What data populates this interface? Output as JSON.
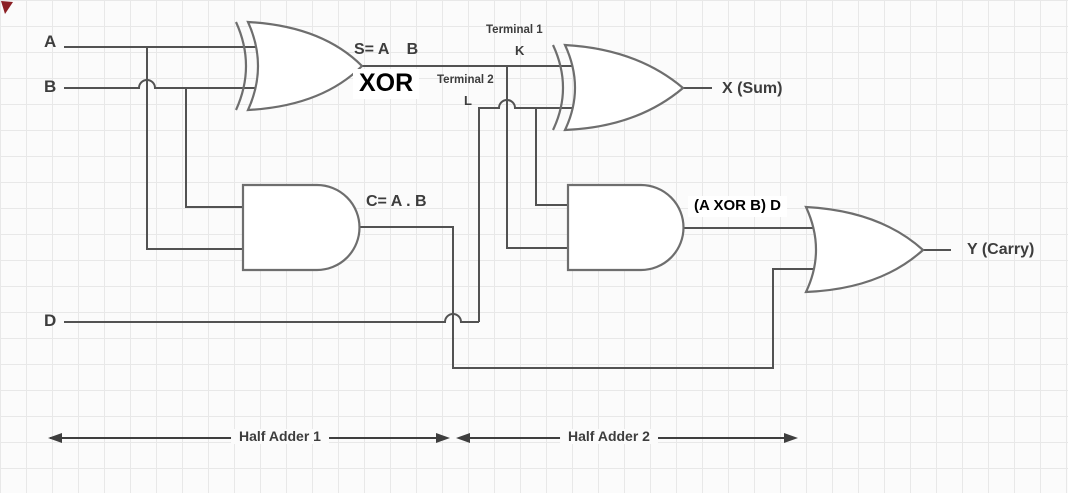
{
  "diagram": {
    "inputs": {
      "a": "A",
      "b": "B",
      "d": "D"
    },
    "gate_labels": {
      "xor1_output": "S= A    B",
      "and1_output": "C= A . B"
    },
    "annotations": {
      "xor_gate_name": "XOR",
      "and2_output": "(A XOR B) D"
    },
    "terminals": {
      "terminal1": "Terminal 1",
      "terminal1_pin": "K",
      "terminal2": "Terminal 2",
      "terminal2_pin": "L"
    },
    "outputs": {
      "sum": "X (Sum)",
      "carry": "Y (Carry)"
    },
    "spans": {
      "half_adder_1": "Half Adder 1",
      "half_adder_2": "Half Adder 2"
    },
    "colors": {
      "wire": "#525252",
      "gate": "#6e6e6e",
      "label": "#3d3d3d",
      "annotation": "#000000",
      "arrow": "#3e3e3e",
      "grid": "#e8e8e8",
      "background": "#fbfbfb",
      "corner_mark": "#8b1f24"
    }
  }
}
